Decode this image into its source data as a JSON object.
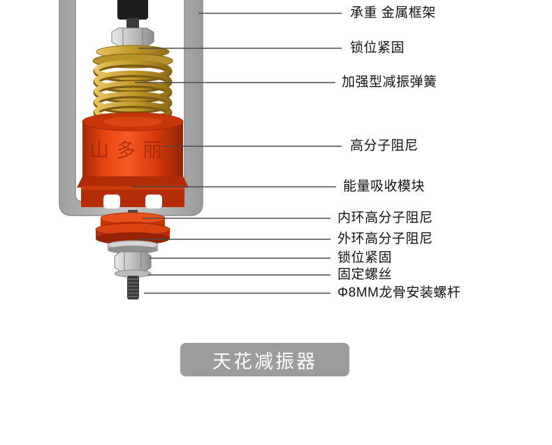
{
  "diagram": {
    "caption": "天花减振器",
    "emboss_text": "山多丽",
    "labels": [
      {
        "text": "承重 金属框架"
      },
      {
        "text": "锁位紧固"
      },
      {
        "text": "加强型减振弹簧"
      },
      {
        "text": "高分子阻尼"
      },
      {
        "text": "能量吸收模块"
      },
      {
        "text": "内环高分子阻尼"
      },
      {
        "text": "外环高分子阻尼"
      },
      {
        "text": "锁位紧固"
      },
      {
        "text": "固定螺丝"
      },
      {
        "text": "Φ8MM龙骨安装螺杆"
      }
    ],
    "colors": {
      "damper_red": "#d83a0c",
      "spring_gold": "#bd9430",
      "frame_gray": "#b5b5b5",
      "caption_bg": "#9c9c9c",
      "leader_line": "#4a4a4a",
      "label_text": "#121212"
    }
  }
}
